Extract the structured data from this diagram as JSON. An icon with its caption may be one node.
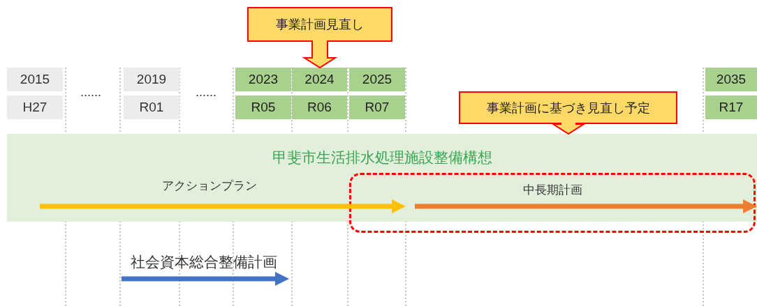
{
  "diagram": {
    "nodes": [
      {
        "text": [
          "事業計画見直し"
        ]
      },
      {
        "text": [
          "2015"
        ]
      },
      {
        "text": [
          "2019"
        ]
      },
      {
        "text": [
          "2023"
        ]
      },
      {
        "text": [
          "2024"
        ]
      },
      {
        "text": [
          "2025"
        ]
      },
      {
        "text": [
          "2035"
        ]
      },
      {
        "text": [
          "H27"
        ]
      },
      {
        "text": [
          "R01"
        ]
      },
      {
        "text": [
          "R05"
        ]
      },
      {
        "text": [
          "R06"
        ]
      },
      {
        "text": [
          "R07"
        ]
      },
      {
        "text": [
          "R17"
        ]
      },
      {
        "text": [
          "事業計画に基づき見直し予定"
        ]
      },
      {
        "text": [
          "甲斐市生活排水処理施設整備構想"
        ]
      },
      {
        "text": [
          "中長期計画"
        ]
      }
    ],
    "edges": [
      {
        "from": 0,
        "to": 4,
        "arrow": "to",
        "style": "thick"
      },
      {
        "from": 13,
        "to": 14,
        "arrow": "to",
        "style": "thick"
      }
    ],
    "labels": [
      "......",
      "......",
      "アクションプラン",
      "社会資本総合整備計画"
    ]
  }
}
